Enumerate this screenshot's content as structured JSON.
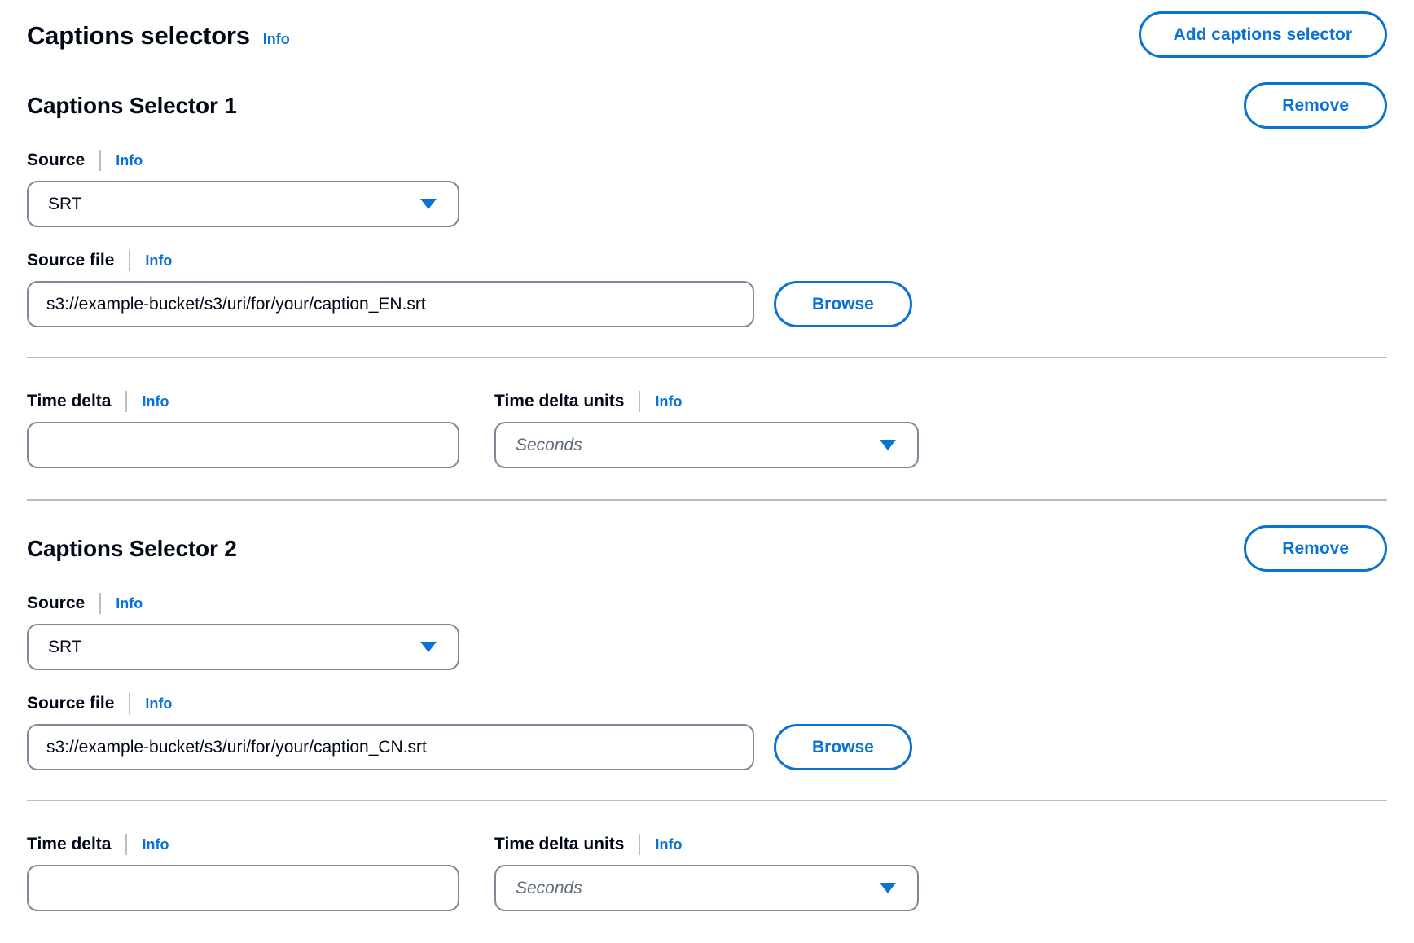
{
  "page": {
    "title": "Captions selectors",
    "info_label": "Info",
    "add_button": "Add captions selector"
  },
  "labels": {
    "source": "Source",
    "source_file": "Source file",
    "time_delta": "Time delta",
    "time_delta_units": "Time delta units",
    "info": "Info",
    "remove_button": "Remove",
    "browse_button": "Browse"
  },
  "selectors": [
    {
      "heading": "Captions Selector 1",
      "source_value": "SRT",
      "source_file_value": "s3://example-bucket/s3/uri/for/your/caption_EN.srt",
      "time_delta_value": "",
      "time_delta_units_placeholder": "Seconds"
    },
    {
      "heading": "Captions Selector 2",
      "source_value": "SRT",
      "source_file_value": "s3://example-bucket/s3/uri/for/your/caption_CN.srt",
      "time_delta_value": "",
      "time_delta_units_placeholder": "Seconds"
    }
  ],
  "colors": {
    "accent_blue": "#0972d3",
    "text": "#000716",
    "control_border": "#7d8998",
    "divider": "#b6bec9",
    "placeholder": "#5f6b7a"
  }
}
